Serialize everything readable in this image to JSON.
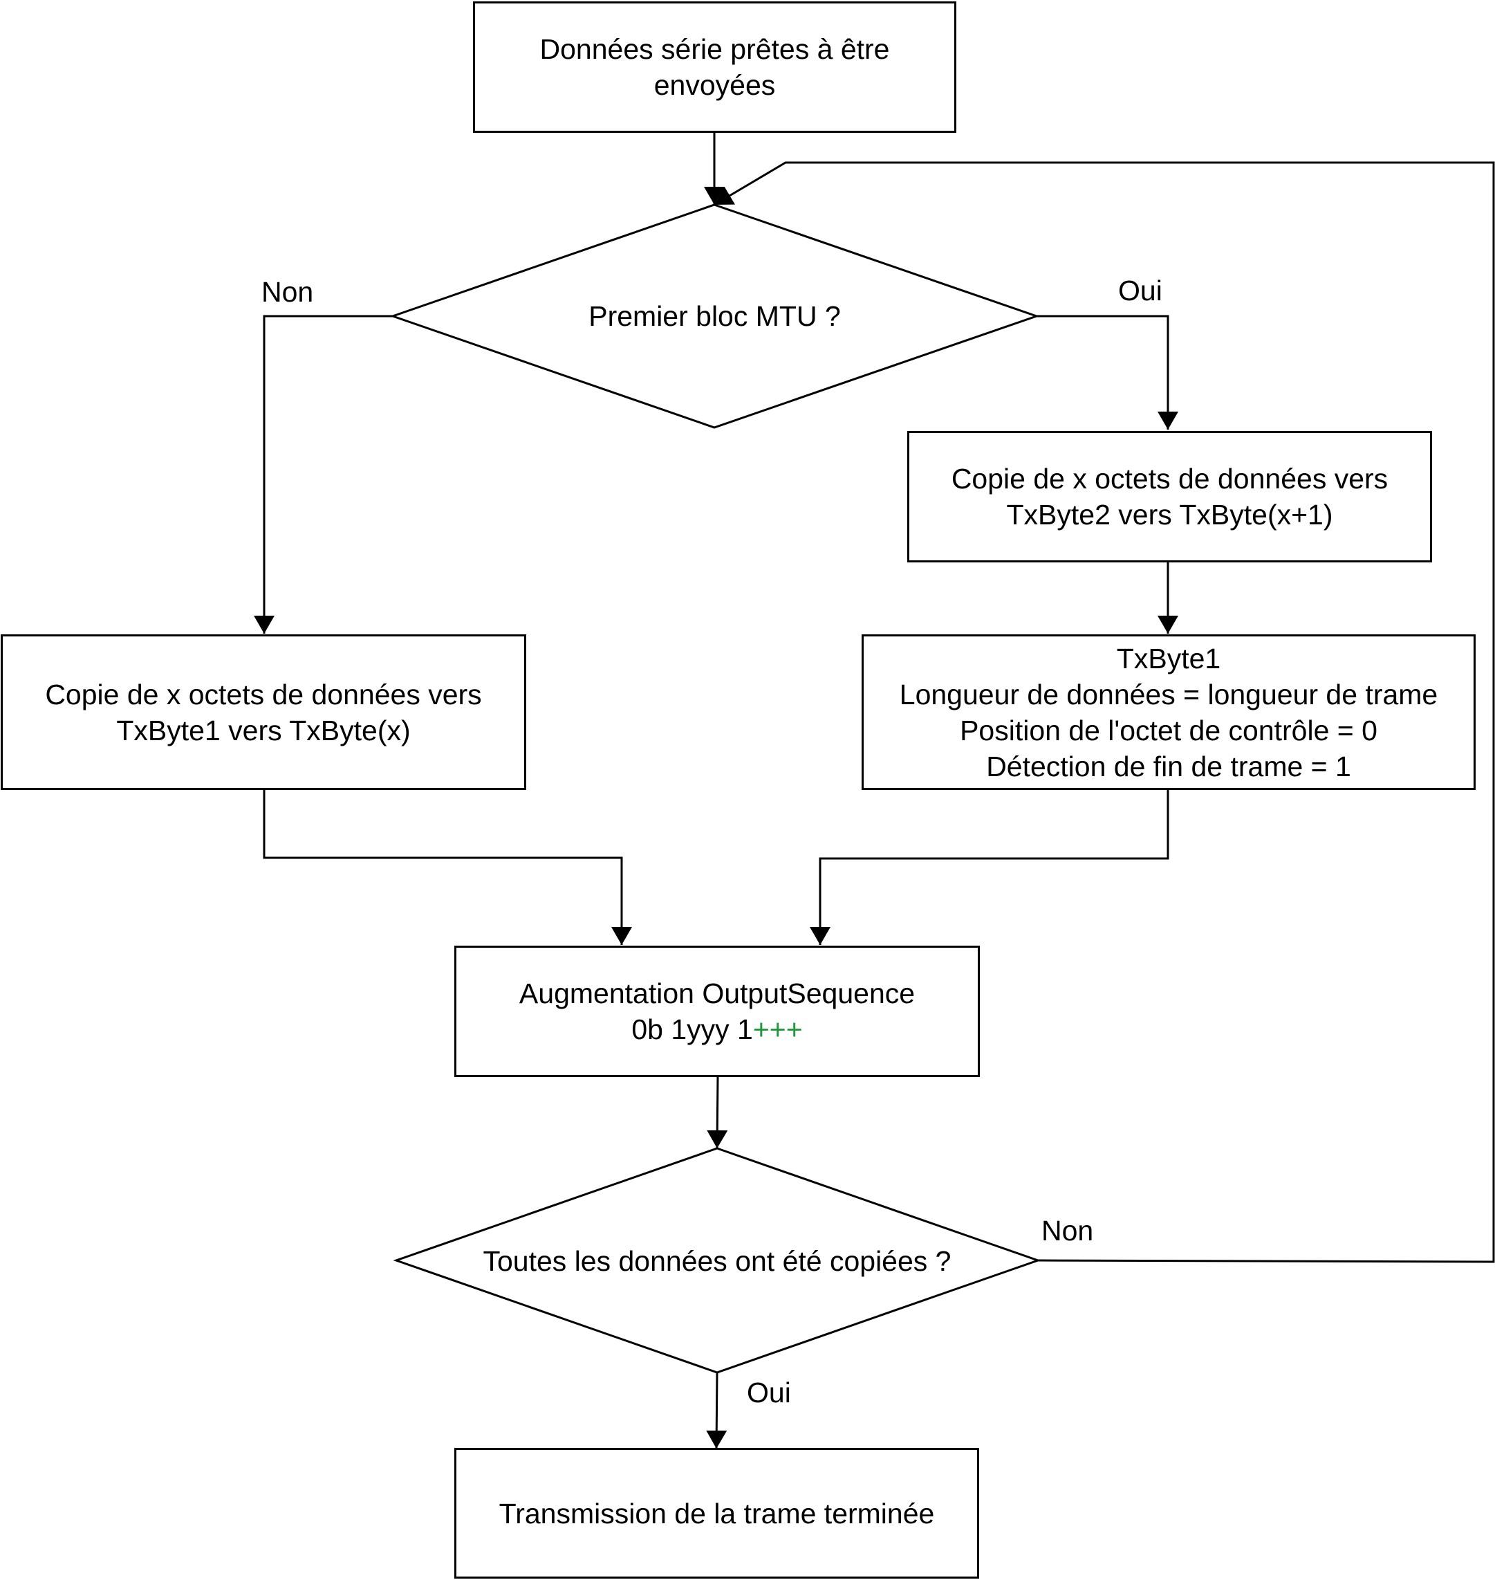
{
  "nodes": {
    "start": {
      "line1": "Données série prêtes à être",
      "line2": "envoyées"
    },
    "decision_first_block": {
      "text": "Premier bloc MTU ?",
      "no_label": "Non",
      "yes_label": "Oui"
    },
    "copy_first": {
      "line1": "Copie de x octets de données vers",
      "line2": "TxByte2 vers TxByte(x+1)"
    },
    "txbyte1_setup": {
      "line1": "TxByte1",
      "line2": "Longueur de données = longueur de trame",
      "line3": "Position de l'octet de contrôle = 0",
      "line4": "Détection de fin de trame = 1"
    },
    "copy_other": {
      "line1": "Copie de x octets de données vers",
      "line2": "TxByte1 vers TxByte(x)"
    },
    "increment": {
      "line1": "Augmentation OutputSequence",
      "line2_prefix": "0b 1yyy 1",
      "line2_suffix": "+++"
    },
    "decision_all_copied": {
      "text": "Toutes les données ont été copiées ?",
      "no_label": "Non",
      "yes_label": "Oui"
    },
    "end": {
      "text": "Transmission de la trame terminée"
    }
  },
  "colors": {
    "line": "#000000",
    "accent": "#1e9a3c"
  }
}
